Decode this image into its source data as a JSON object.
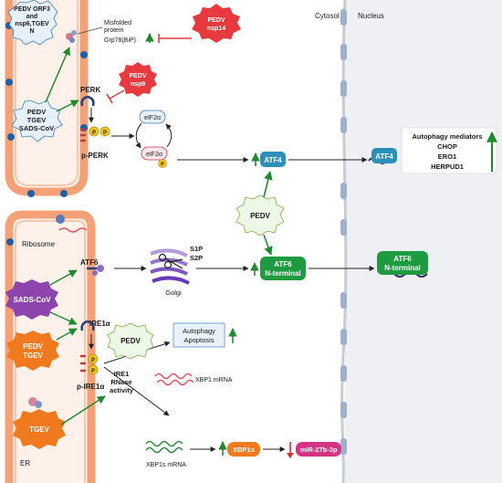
{
  "regions": {
    "cytosol": "Cytosol",
    "nucleus": "Nucleus",
    "er": "ER"
  },
  "top_viral": {
    "orf3_line1": "PEDV ORF3",
    "orf3_line2": "and",
    "orf3_line3": "nsp6,TGEV",
    "orf3_line4": "N",
    "nsp14_line1": "PEDV",
    "nsp14_line2": "nsp14",
    "nsp9_line1": "PEDV",
    "nsp9_line2": "nsp9",
    "perk_act_line1": "PEDV",
    "perk_act_line2": "TGEV",
    "perk_act_line3": "SADS-CoV"
  },
  "perk_branch": {
    "misfolded_line1": "Misfolded",
    "misfolded_line2": "protein",
    "grp78": "Grp78(BiP)",
    "perk": "PERK",
    "p_perk": "p-PERK",
    "eif2a": "eIF2α",
    "eif2a_p": "eIF2α",
    "p": "P",
    "atf4": "ATF4",
    "atf4_nuc": "ATF4",
    "targets_title": "Autophagy mediators",
    "target_1": "CHOP",
    "target_2": "ERO1",
    "target_3": "HERPUD1"
  },
  "middle": {
    "pedv_center": "PEDV",
    "ribosome": "Ribosome",
    "atf6": "ATF6",
    "s1p": "S1P",
    "s2p": "S2P",
    "golgi": "Golgi",
    "atf6n_line1": "ATF6",
    "atf6n_line2": "N-terminal",
    "atf6n_nuc_line1": "ATF6",
    "atf6n_nuc_line2": "N-terminal"
  },
  "ire1_branch": {
    "sads": "SADS-CoV",
    "pedv_tgev_line1": "PEDV",
    "pedv_tgev_line2": "TGEV",
    "ire1a": "IRE1α",
    "p_ire1a": "p-IRE1α",
    "pedv_small": "PEDV",
    "outcome_1": "Autophagy",
    "outcome_2": "Apoptosis",
    "rnase_line1": "IRE1",
    "rnase_line2": "RNase",
    "rnase_line3": "activity",
    "tgev": "TGEV",
    "xbp1_mrna": "XBP1 mRNA",
    "xbp1s_mrna": "XBP1s mRNA",
    "xbp1s": "XBP1s",
    "mir": "miR-27b-3p"
  },
  "colors": {
    "er_membrane": "#f4a177",
    "green_box": "#1e9a3f",
    "teal_box": "#2b8fb7",
    "orange_star": "#f07a1d",
    "red_star": "#e8393e",
    "purple_star": "#8e44ad",
    "pale_star": "#eef8e6",
    "blue_star": "#e6f1fb",
    "inhibit": "#e23b3b",
    "up_arrow": "#1f8a2e",
    "down_arrow": "#d62d2d"
  }
}
